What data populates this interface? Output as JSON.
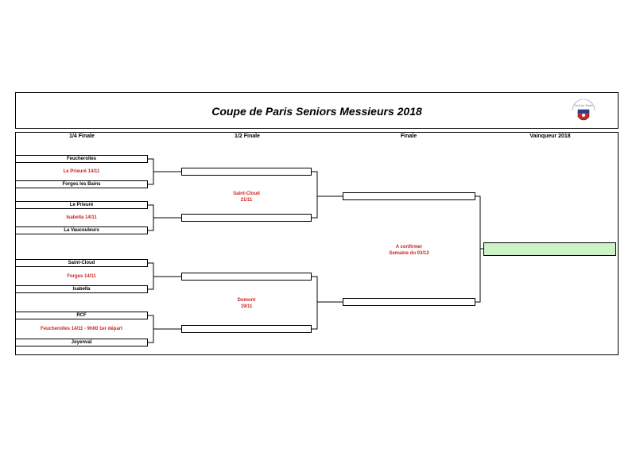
{
  "header": {
    "title": "Coupe de Paris Seniors Messieurs 2018",
    "logo_text": "Coupe de Golf de Paris"
  },
  "columns": {
    "quarter": "1/4 Finale",
    "semi": "1/2 Finale",
    "final": "Finale",
    "winner": "Vainqueur 2018"
  },
  "quarterfinals": [
    {
      "top": "Feucherolles",
      "note": "Le Prieuré 14/11",
      "bottom": "Forges les Bains"
    },
    {
      "top": "Le Prieuré",
      "note": "Isabella 14/11",
      "bottom": "La Vaucouleurs"
    },
    {
      "top": "Saint-Cloud",
      "note": "Forges 14/11",
      "bottom": "Isabella"
    },
    {
      "top": "RCF",
      "note": "Feucherolles 14/11 - 9h00 1er départ",
      "bottom": "Joyenval"
    }
  ],
  "semifinals": [
    {
      "note_line1": "Saint-Cloud",
      "note_line2": "21/11"
    },
    {
      "note_line1": "Domont",
      "note_line2": "19/11"
    }
  ],
  "final": {
    "note_line1": "A confirmer",
    "note_line2": "Semaine du 03/12"
  },
  "colors": {
    "note_red": "#cc2222",
    "winner_green": "#ccf2c6"
  }
}
